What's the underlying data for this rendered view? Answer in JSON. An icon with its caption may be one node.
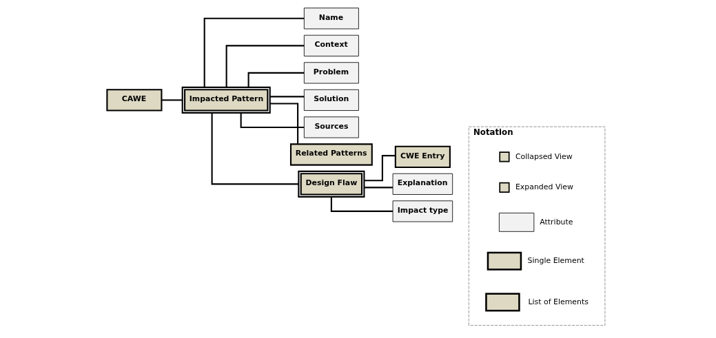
{
  "diagram": {
    "nodes": [
      {
        "text": [
          "CAWE"
        ]
      },
      {
        "text": [
          "Impacted Pattern"
        ]
      },
      {
        "text": [
          "Name"
        ]
      },
      {
        "text": [
          "Context"
        ]
      },
      {
        "text": [
          "Problem"
        ]
      },
      {
        "text": [
          "Solution"
        ]
      },
      {
        "text": [
          "Sources"
        ]
      },
      {
        "text": [
          "Related Patterns"
        ]
      },
      {
        "text": [
          "Design Flaw"
        ]
      },
      {
        "text": [
          "CWE Entry"
        ]
      },
      {
        "text": [
          "Explanation"
        ]
      },
      {
        "text": [
          "Impact type"
        ]
      },
      {
        "text": [
          "Notation"
        ]
      }
    ],
    "edges": [
      {
        "from": 0,
        "to": 1,
        "arrow": "none"
      },
      {
        "from": 1,
        "to": 2,
        "arrow": "none"
      },
      {
        "from": 1,
        "to": 3,
        "arrow": "none"
      },
      {
        "from": 1,
        "to": 4,
        "arrow": "none"
      },
      {
        "from": 1,
        "to": 5,
        "arrow": "none"
      },
      {
        "from": 1,
        "to": 6,
        "arrow": "none"
      },
      {
        "from": 1,
        "to": 7,
        "arrow": "none"
      },
      {
        "from": 1,
        "to": 8,
        "arrow": "none"
      },
      {
        "from": 8,
        "to": 9,
        "arrow": "none"
      },
      {
        "from": 8,
        "to": 10,
        "arrow": "none"
      },
      {
        "from": 8,
        "to": 11,
        "arrow": "none"
      }
    ],
    "legend": [
      {
        "text": "Collapsed View"
      },
      {
        "text": "Expanded View"
      },
      {
        "text": "Attribute"
      },
      {
        "text": "Single Element"
      },
      {
        "text": "List of Elements"
      }
    ]
  }
}
